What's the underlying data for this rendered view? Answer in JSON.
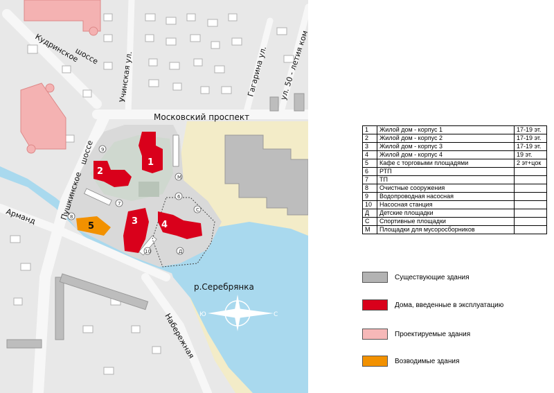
{
  "map": {
    "streets": {
      "kudrinskoe": "Кудринское",
      "shosse_top": "шоссе",
      "uchinskaya": "Учинская ул.",
      "gagarina": "Гагарина ул.",
      "ul50": "ул. 50 - летия ком",
      "moskovsky": "Московский проспект",
      "pushkinskoe": "Пушкинское",
      "shosse_left": "шоссе",
      "armand": "Арманд",
      "naberezhnaya": "Набережная",
      "river": "р.Серебрянка"
    },
    "buildings": {
      "b1": "1",
      "b2": "2",
      "b3": "3",
      "b4": "4",
      "b5": "5"
    },
    "compass": {
      "south": "Ю",
      "north": "С"
    },
    "small_marks": [
      "6",
      "7",
      "8",
      "9",
      "10",
      "С",
      "М",
      "Д"
    ]
  },
  "legend_table": [
    {
      "num": "1",
      "name": "Жилой дом - корпус 1",
      "floors": "17-19 эт."
    },
    {
      "num": "2",
      "name": "Жилой дом - корпус 2",
      "floors": "17-19 эт."
    },
    {
      "num": "3",
      "name": "Жилой дом - корпус 3",
      "floors": "17-19 эт."
    },
    {
      "num": "4",
      "name": "Жилой дом - корпус 4",
      "floors": "19 эт."
    },
    {
      "num": "5",
      "name": "Кафе с торговыми площадями",
      "floors": "2 эт+цок"
    },
    {
      "num": "6",
      "name": "РТП",
      "floors": ""
    },
    {
      "num": "7",
      "name": "ТП",
      "floors": ""
    },
    {
      "num": "8",
      "name": "Очистные сооружения",
      "floors": ""
    },
    {
      "num": "9",
      "name": "Водопроводная насосная",
      "floors": ""
    },
    {
      "num": "10",
      "name": "Насосная станция",
      "floors": ""
    },
    {
      "num": "Д",
      "name": "Детские площадки",
      "floors": ""
    },
    {
      "num": "С",
      "name": "Спортивные площадки",
      "floors": ""
    },
    {
      "num": "М",
      "name": "Площадки для мусоросборников",
      "floors": ""
    }
  ],
  "color_key": [
    {
      "label": "Существующие здания",
      "color": "#b3b3b3"
    },
    {
      "label": "Дома, введенные в эксплуатацию",
      "color": "#d9001b"
    },
    {
      "label": "Проектируемые здания",
      "color": "#f6b8b8"
    },
    {
      "label": "Возводимые здания",
      "color": "#f29100"
    }
  ]
}
